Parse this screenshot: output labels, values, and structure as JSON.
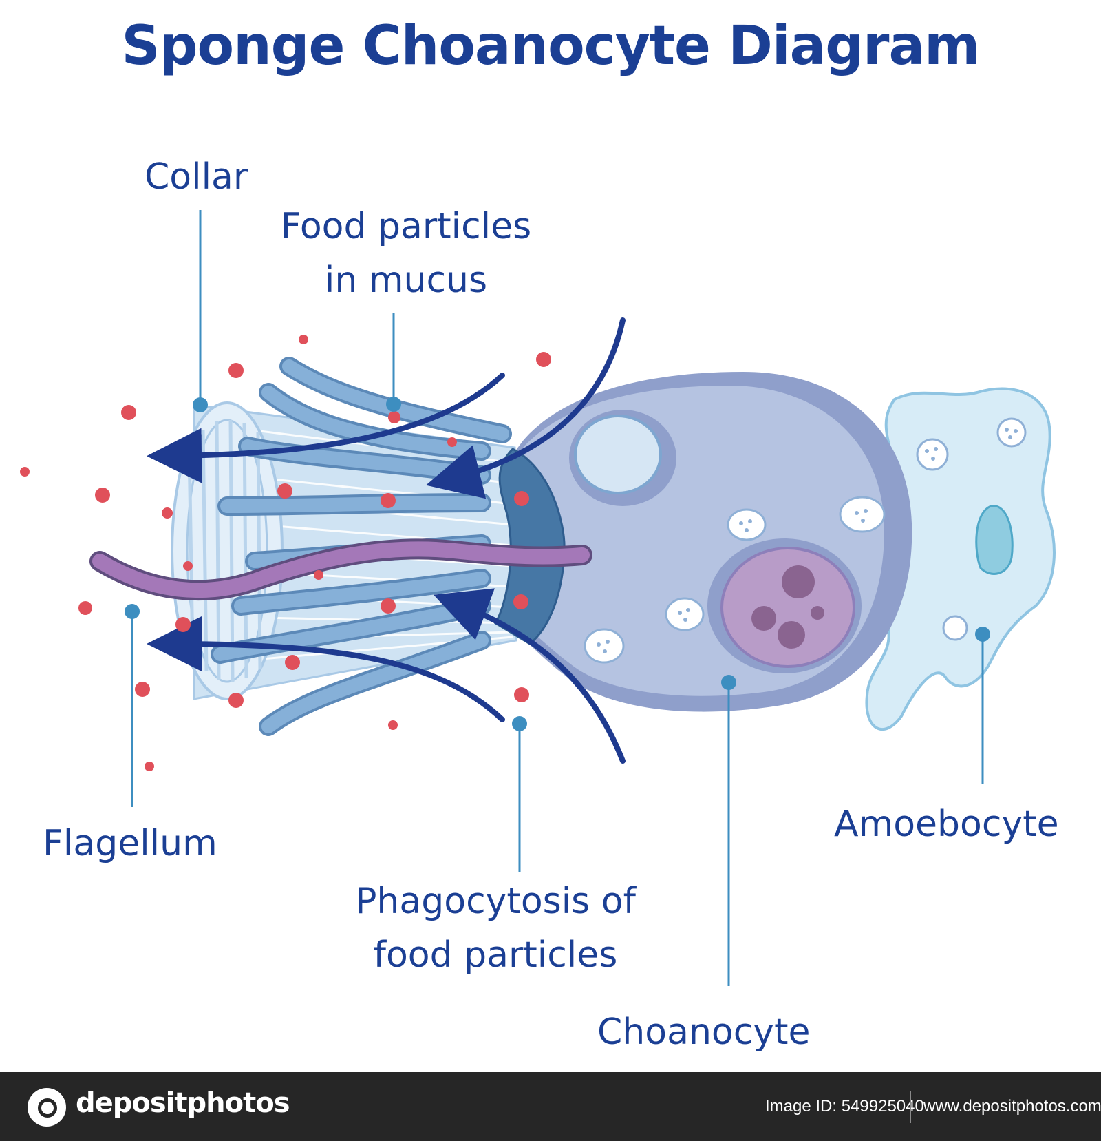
{
  "title": "Sponge Choanocyte Diagram",
  "labels": {
    "collar": "Collar",
    "food_particles_line1": "Food particles",
    "food_particles_line2": "in mucus",
    "flagellum": "Flagellum",
    "phagocytosis_line1": "Phagocytosis of",
    "phagocytosis_line2": "food particles",
    "choanocyte": "Choanocyte",
    "amoebocyte": "Amoebocyte"
  },
  "footer": {
    "logo_text": "depositphotos",
    "image_id": "Image ID: 549925040",
    "url": "www.depositphotos.com"
  },
  "colors": {
    "title": "#1b3f94",
    "label_text": "#1b3f94",
    "leader_line": "#3d8ec0",
    "arrow": "#1e3a8f",
    "cell_body": "#b5c3e1",
    "cell_shadow": "#8f9fcb",
    "flagellum": "#a478b8",
    "nucleus": "#b89cc8",
    "food_particle": "#e0505a",
    "amoebocyte": "#d7ecf7",
    "collar": "#cfe3f3"
  }
}
